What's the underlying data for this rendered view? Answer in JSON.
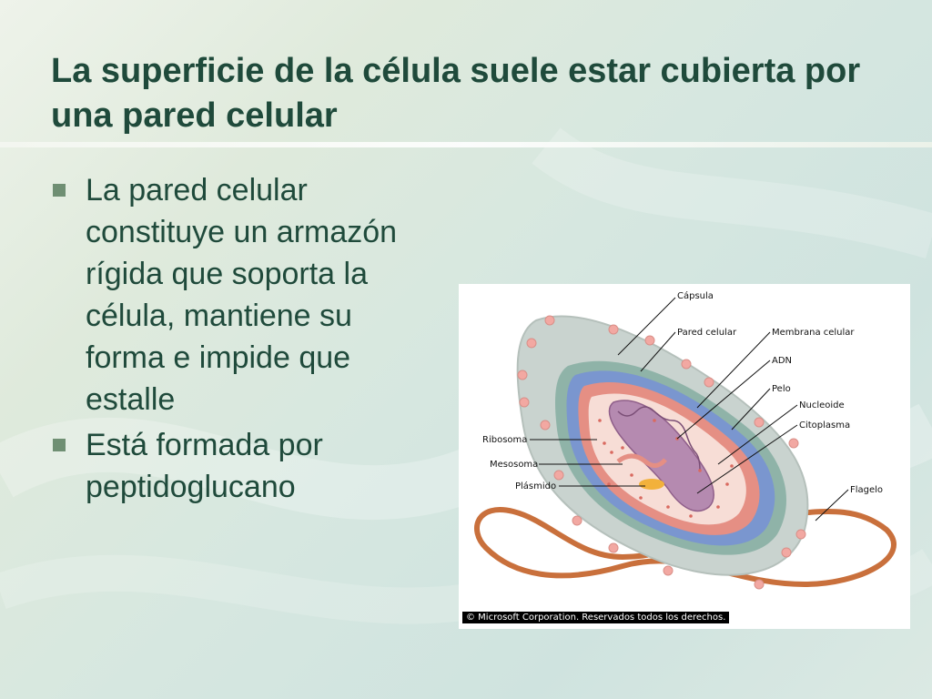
{
  "slide": {
    "title": "La superficie de la célula suele estar cubierta por una pared celular",
    "bullets": [
      "La pared celular constituye un armazón rígida que soporta la célula, mantiene su forma e impide que estalle",
      "Está formada por peptidoglucano"
    ]
  },
  "figure": {
    "labels": {
      "capsula": "Cápsula",
      "pared_celular": "Pared celular",
      "membrana_celular": "Membrana celular",
      "adn": "ADN",
      "pelo": "Pelo",
      "nucleoide": "Nucleoide",
      "citoplasma": "Citoplasma",
      "ribosoma": "Ribosoma",
      "mesosoma": "Mesosoma",
      "plasmido": "Plásmido",
      "flagelo": "Flagelo"
    },
    "copyright": "© Microsoft Corporation. Reservados todos los derechos."
  },
  "colors": {
    "title": "#1f4a3b",
    "bullet": "#6f8f73",
    "capsule": "#c9d3cf",
    "wall_blue": "#7a96cf",
    "membrane": "#e58f84",
    "cytoplasm": "#f7ddd6",
    "dna": "#b58ab0",
    "flagellum": "#c9703c"
  }
}
